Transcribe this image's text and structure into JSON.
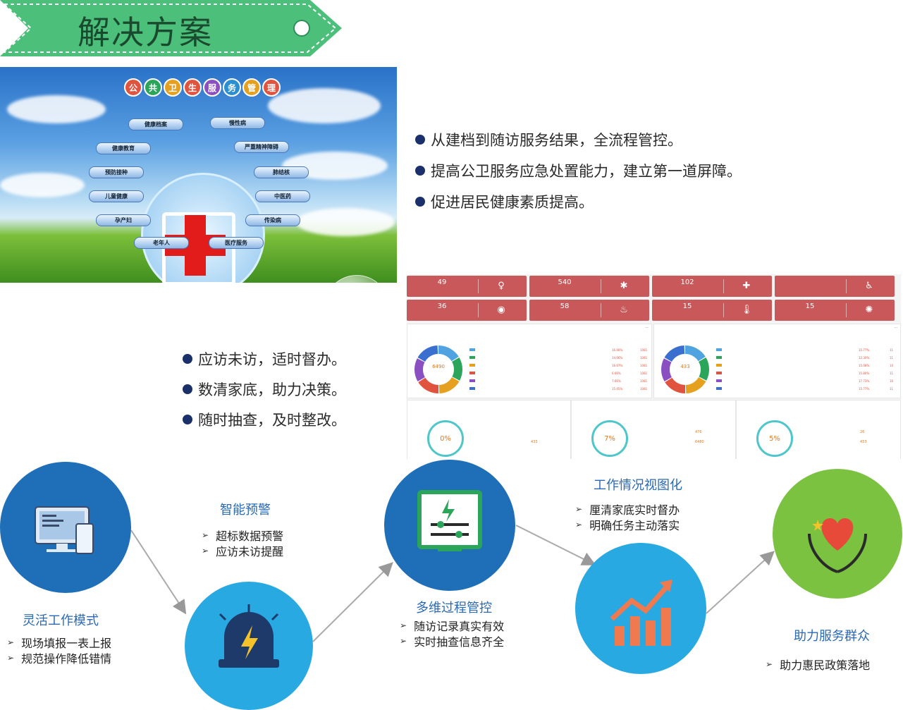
{
  "header": {
    "title": "解决方案"
  },
  "hero": {
    "banner_chars": [
      "公",
      "共",
      "卫",
      "生",
      "服",
      "务",
      "管",
      "理"
    ],
    "banner_colors": [
      "#e0533f",
      "#2aa55a",
      "#e5a020",
      "#e0533f",
      "#8a4fc0",
      "#2a8fd0",
      "#e5a020",
      "#e0533f"
    ],
    "menu_left": [
      "健康档案",
      "健康教育",
      "预防接种",
      "儿童健康",
      "孕产妇",
      "老年人"
    ],
    "menu_right": [
      "慢性病",
      "严重精神障碍",
      "肺结核",
      "中医药",
      "传染病",
      "医疗服务"
    ]
  },
  "top_bullets": [
    "从建档到随访服务结果，全流程管控。",
    "提高公卫服务应急处置能力，建立第一道屏障。",
    "促进居民健康素质提高。"
  ],
  "mid_bullets": [
    "应访未访，适时督办。",
    "数清家底，助力决策。",
    "随时抽查，及时整改。"
  ],
  "dashboard": {
    "cards": [
      {
        "value": "49",
        "icon": "pregnant-icon"
      },
      {
        "value": "540",
        "icon": "child-icon"
      },
      {
        "value": "102",
        "icon": "medicine-icon"
      },
      {
        "value": "",
        "icon": "elderly-icon"
      },
      {
        "value": "36",
        "icon": "brain-icon"
      },
      {
        "value": "58",
        "icon": "lungs-icon"
      },
      {
        "value": "15",
        "icon": "thermometer-icon"
      },
      {
        "value": "15",
        "icon": "virus-icon"
      }
    ],
    "panel_left": {
      "donut_value": "6490",
      "pct": [
        "16.66%",
        "14.66%",
        "16.67%",
        "6.66%",
        "7.66%",
        "15.45%"
      ],
      "counts": [
        "1081",
        "1081",
        "1081",
        "1081",
        "1081",
        "1081"
      ]
    },
    "panel_right": {
      "donut_value": "433",
      "pct": [
        "15.77%",
        "12.30%",
        "15.08%",
        "15.80%",
        "17.73%",
        "15.77%"
      ],
      "counts": [
        "11",
        "11",
        "10",
        "11",
        "16",
        "11"
      ]
    },
    "gauges": [
      {
        "value": "0%",
        "count": "433"
      },
      {
        "value": "7%",
        "count": "476",
        "count2": "6480"
      },
      {
        "value": "5%",
        "count": "26",
        "count2": "433"
      }
    ],
    "colors": [
      "#4fa3e0",
      "#2aa55a",
      "#e5a020",
      "#e0533f",
      "#8a4fc0",
      "#3a6fd0"
    ]
  },
  "flow": [
    {
      "title": "灵活工作模式",
      "items": [
        "现场填报一表上报",
        "规范操作降低错情"
      ]
    },
    {
      "title": "智能预警",
      "items": [
        "超标数据预警",
        "应访未访提醒"
      ]
    },
    {
      "title": "多维过程管控",
      "items": [
        "随访记录真实有效",
        "实时抽查信息齐全"
      ]
    },
    {
      "title": "工作情况视图化",
      "items": [
        "厘清家底实时督办",
        "明确任务主动落实"
      ]
    },
    {
      "title": "助力服务群众",
      "items": [
        "助力惠民政策落地"
      ]
    }
  ]
}
